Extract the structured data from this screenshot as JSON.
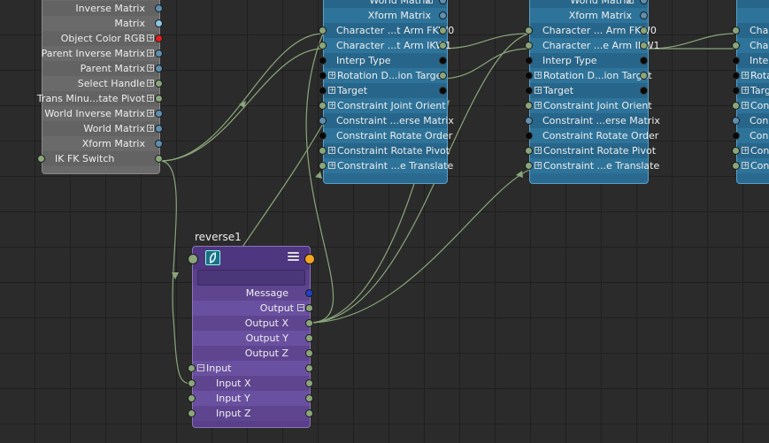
{
  "colors": {
    "wire": "#8aa67a",
    "grid": "#1f1f1f",
    "background": "#2b2b2b"
  },
  "left_node": {
    "rows": [
      {
        "label": "Inverse Matrix",
        "port": "blue",
        "expander": false
      },
      {
        "label": "Matrix",
        "port": "lightblue",
        "expander": false
      },
      {
        "label": "Object Color RGB",
        "port": "red",
        "expander": true
      },
      {
        "label": "Parent Inverse Matrix",
        "port": "blue",
        "expander": true
      },
      {
        "label": "Parent Matrix",
        "port": "blue",
        "expander": true
      },
      {
        "label": "Select Handle",
        "port": "green",
        "expander": true
      },
      {
        "label": "Trans Minu...tate Pivot",
        "port": "green",
        "expander": true
      },
      {
        "label": "World Inverse Matrix",
        "port": "blue",
        "expander": true
      },
      {
        "label": "World Matrix",
        "port": "blue",
        "expander": true
      },
      {
        "label": "Xform Matrix",
        "port": "blue",
        "expander": false
      },
      {
        "label": "IK FK Switch",
        "port": "green",
        "expander": false
      }
    ]
  },
  "constraint_node_1": {
    "rows": [
      {
        "label": "World Matrix",
        "expander": true
      },
      {
        "label": "Xform Matrix"
      },
      {
        "label": "Character ...t Arm FKW0"
      },
      {
        "label": "Character ...t Arm IKW1"
      },
      {
        "label": "Interp Type"
      },
      {
        "label": "Rotation D...ion Target",
        "expander": true
      },
      {
        "label": "Target",
        "expander": true
      },
      {
        "label": "Constraint Joint Orient",
        "expander": true
      },
      {
        "label": "Constraint ...erse Matrix"
      },
      {
        "label": "Constraint Rotate Order"
      },
      {
        "label": "Constraint Rotate Pivot",
        "expander": true
      },
      {
        "label": "Constraint ...e Translate",
        "expander": true
      }
    ]
  },
  "constraint_node_2": {
    "rows": [
      {
        "label": "World Matrix",
        "expander": true
      },
      {
        "label": "Xform Matrix"
      },
      {
        "label": "Character ... Arm FKW0"
      },
      {
        "label": "Character ...e Arm IKW1"
      },
      {
        "label": "Interp Type"
      },
      {
        "label": "Rotation D...ion Target",
        "expander": true
      },
      {
        "label": "Target",
        "expander": true
      },
      {
        "label": "Constraint Joint Orient",
        "expander": true
      },
      {
        "label": "Constraint ...erse Matrix"
      },
      {
        "label": "Constraint Rotate Order"
      },
      {
        "label": "Constraint Rotate Pivot",
        "expander": true
      },
      {
        "label": "Constraint ...e Translate",
        "expander": true
      }
    ]
  },
  "constraint_node_3": {
    "rows": [
      {
        "label": ""
      },
      {
        "label": ""
      },
      {
        "label": "Char"
      },
      {
        "label": "Char"
      },
      {
        "label": "Inter"
      },
      {
        "label": "Rotat",
        "expander": true
      },
      {
        "label": "Targe",
        "expander": true
      },
      {
        "label": "Cons",
        "expander": true
      },
      {
        "label": "Cons"
      },
      {
        "label": "Cons"
      },
      {
        "label": "Cons",
        "expander": true
      },
      {
        "label": "Cons",
        "expander": true
      }
    ]
  },
  "reverse_node": {
    "title": "reverse1",
    "rows": [
      {
        "label": "Message"
      },
      {
        "label": "Output",
        "expander": true
      },
      {
        "label": "Output X"
      },
      {
        "label": "Output Y"
      },
      {
        "label": "Output Z"
      },
      {
        "label": "Input",
        "expander": true
      },
      {
        "label": "Input X"
      },
      {
        "label": "Input Y"
      },
      {
        "label": "Input Z"
      }
    ]
  }
}
